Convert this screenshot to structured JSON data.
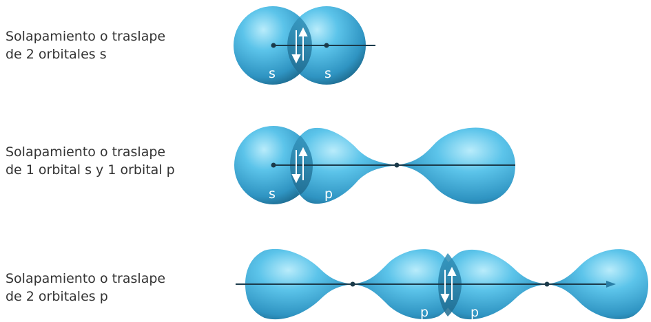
{
  "rows": [
    {
      "caption_line1": "Solapamiento o traslape",
      "caption_line2": "de 2 orbitales s",
      "labels": [
        "s",
        "s"
      ]
    },
    {
      "caption_line1": "Solapamiento o traslape",
      "caption_line2": "de 1 orbital s y 1 orbital p",
      "labels": [
        "s",
        "p"
      ]
    },
    {
      "caption_line1": "Solapamiento o traslape",
      "caption_line2": "de 2 orbitales p",
      "labels": [
        "p",
        "p"
      ]
    }
  ],
  "colors": {
    "orbital_light": "#8fd8f2",
    "orbital_mid": "#3fb0db",
    "orbital_dark": "#1f6f94",
    "overlap": "#2a7ea6",
    "axis": "#1b3a4a",
    "text": "#333333"
  },
  "icons": [
    "electron-pair-arrows-icon"
  ]
}
